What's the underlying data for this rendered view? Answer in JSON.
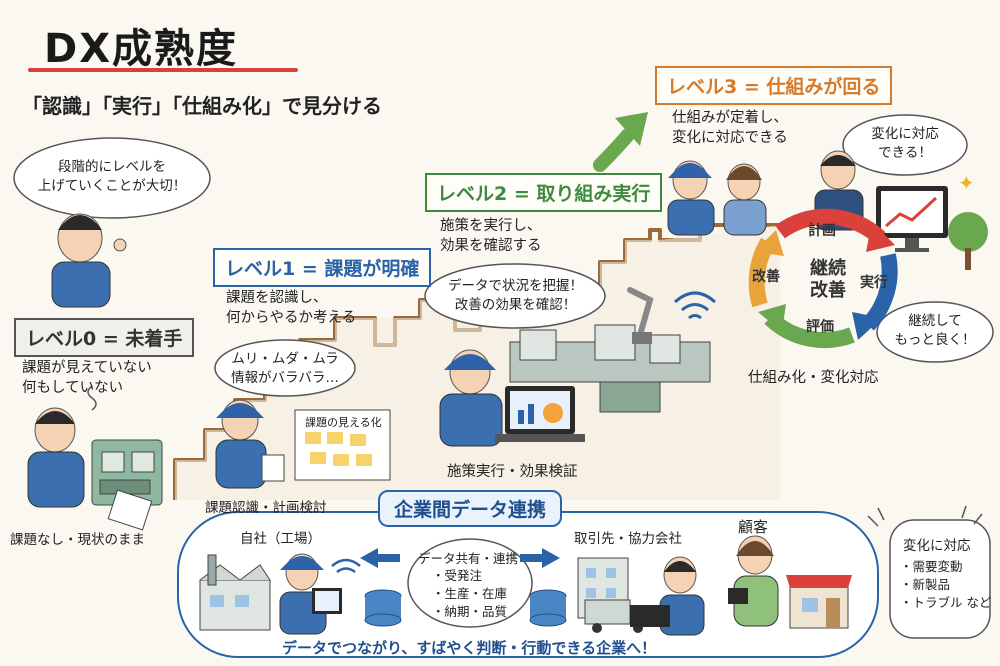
{
  "title": "DX成熟度",
  "subtitle": "「認識」「実行」「仕組み化」で見分ける",
  "intro_bubble": "段階的にレベルを\n上げていくことが大切！",
  "levels": [
    {
      "heading": "レベル0 = 未着手",
      "description": "課題が見えていない\n何もしていない",
      "caption": "課題なし・現状のまま"
    },
    {
      "heading": "レベル1 = 課題が明確",
      "description": "課題を認識し、\n何からやるか考える",
      "bubble": "ムリ・ムダ・ムラ\n情報がバラバラ…",
      "board_title": "課題の見える化",
      "caption": "課題認識・計画検討"
    },
    {
      "heading": "レベル2 = 取り組み実行",
      "description": "施策を実行し、\n効果を確認する",
      "bubble": "データで状況を把握！\n改善の効果を確認！",
      "caption": "施策実行・効果検証"
    },
    {
      "heading": "レベル3 = 仕組みが回る",
      "description": "仕組みが定着し、\n変化に対応できる",
      "bubble_top": "変化に対応\nできる！",
      "bubble_side": "継続して\nもっと良く！",
      "caption": "仕組み化・変化対応"
    }
  ],
  "cycle": {
    "center": "継続\n改善",
    "plan": "計画",
    "do": "実行",
    "check": "評価",
    "act": "改善"
  },
  "band": {
    "title": "企業間データ連携",
    "own": "自社（工場）",
    "share_title": "データ共有・連携",
    "share_items": [
      "・受発注",
      "・生産・在庫",
      "・納期・品質"
    ],
    "partner": "取引先・協力会社",
    "customer": "顧客",
    "footer": "データでつながり、すばやく判断・行動できる企業へ！"
  },
  "change": {
    "title": "変化に対応",
    "items": [
      "・需要変動",
      "・新製品",
      "・トラブル など"
    ]
  }
}
